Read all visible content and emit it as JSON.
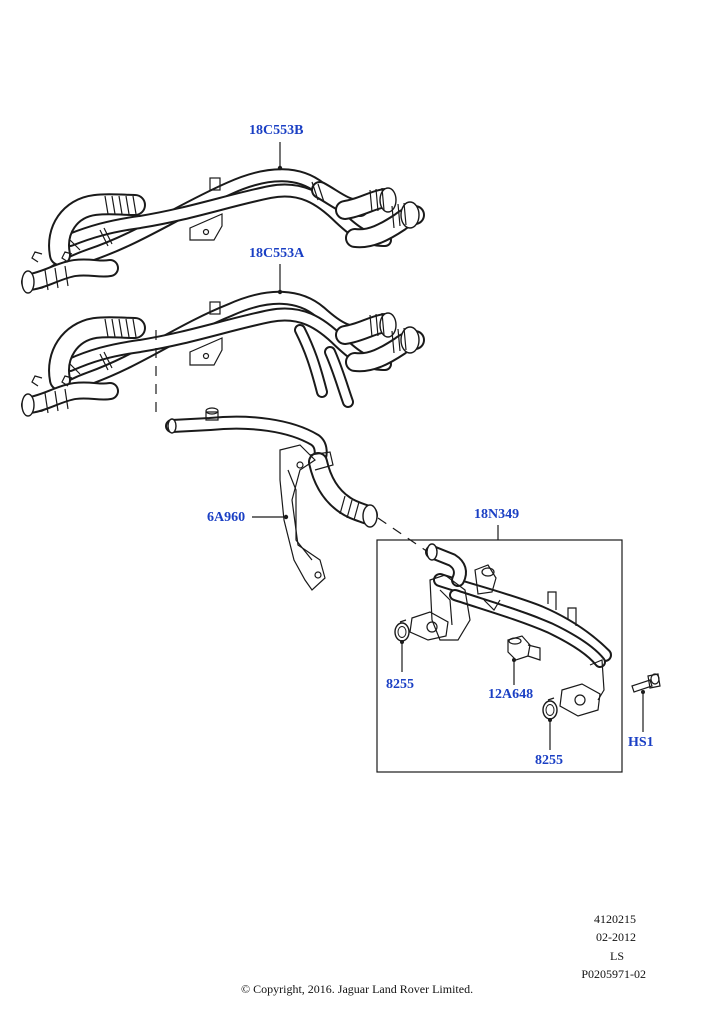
{
  "callouts": {
    "hose_upper": "18C553B",
    "hose_lower": "18C553A",
    "pipe_bracket": "6A960",
    "housing": "18N349",
    "clamp_left": "8255",
    "sensor": "12A648",
    "clamp_right": "8255",
    "bolt": "HS1"
  },
  "footer": {
    "code": "4120215",
    "date": "02-2012",
    "initials": "LS",
    "part_ref": "P0205971-02",
    "copyright": "© Copyright, 2016. Jaguar Land Rover Limited."
  },
  "colors": {
    "callout": "#1a3fc4",
    "line": "#1a1a1a"
  },
  "icons": {
    "bolt": "bolt-icon",
    "clamp": "hose-clamp-icon",
    "sensor": "sensor-icon"
  }
}
